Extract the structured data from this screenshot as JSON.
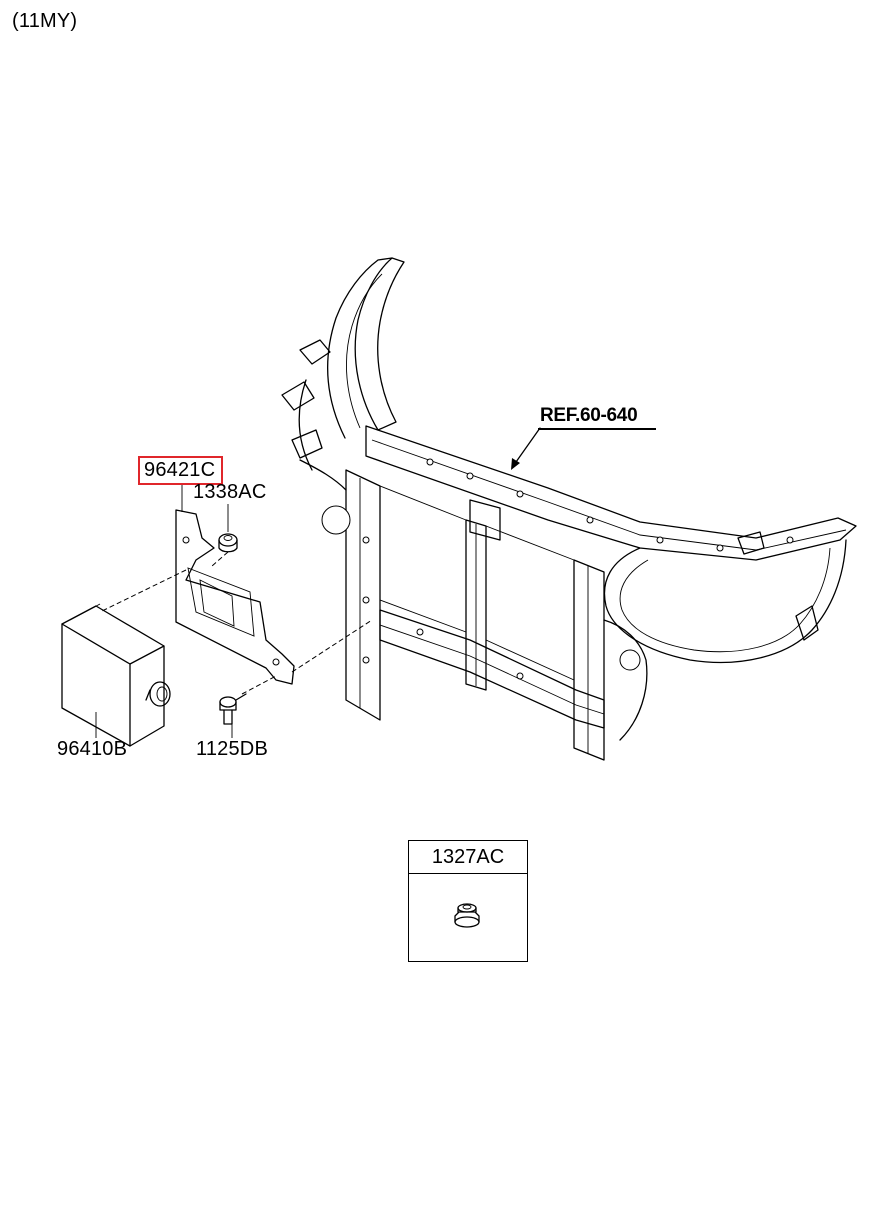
{
  "header": {
    "model_year": "(11MY)"
  },
  "callouts": {
    "bracket": "96421C",
    "nut_top": "1338AC",
    "sensor_unit": "96410B",
    "bolt": "1125DB",
    "reference": "REF.60-640"
  },
  "legend": {
    "part_number": "1327AC",
    "icon": "flange-nut-icon"
  },
  "colors": {
    "highlight": "#e0262b"
  }
}
